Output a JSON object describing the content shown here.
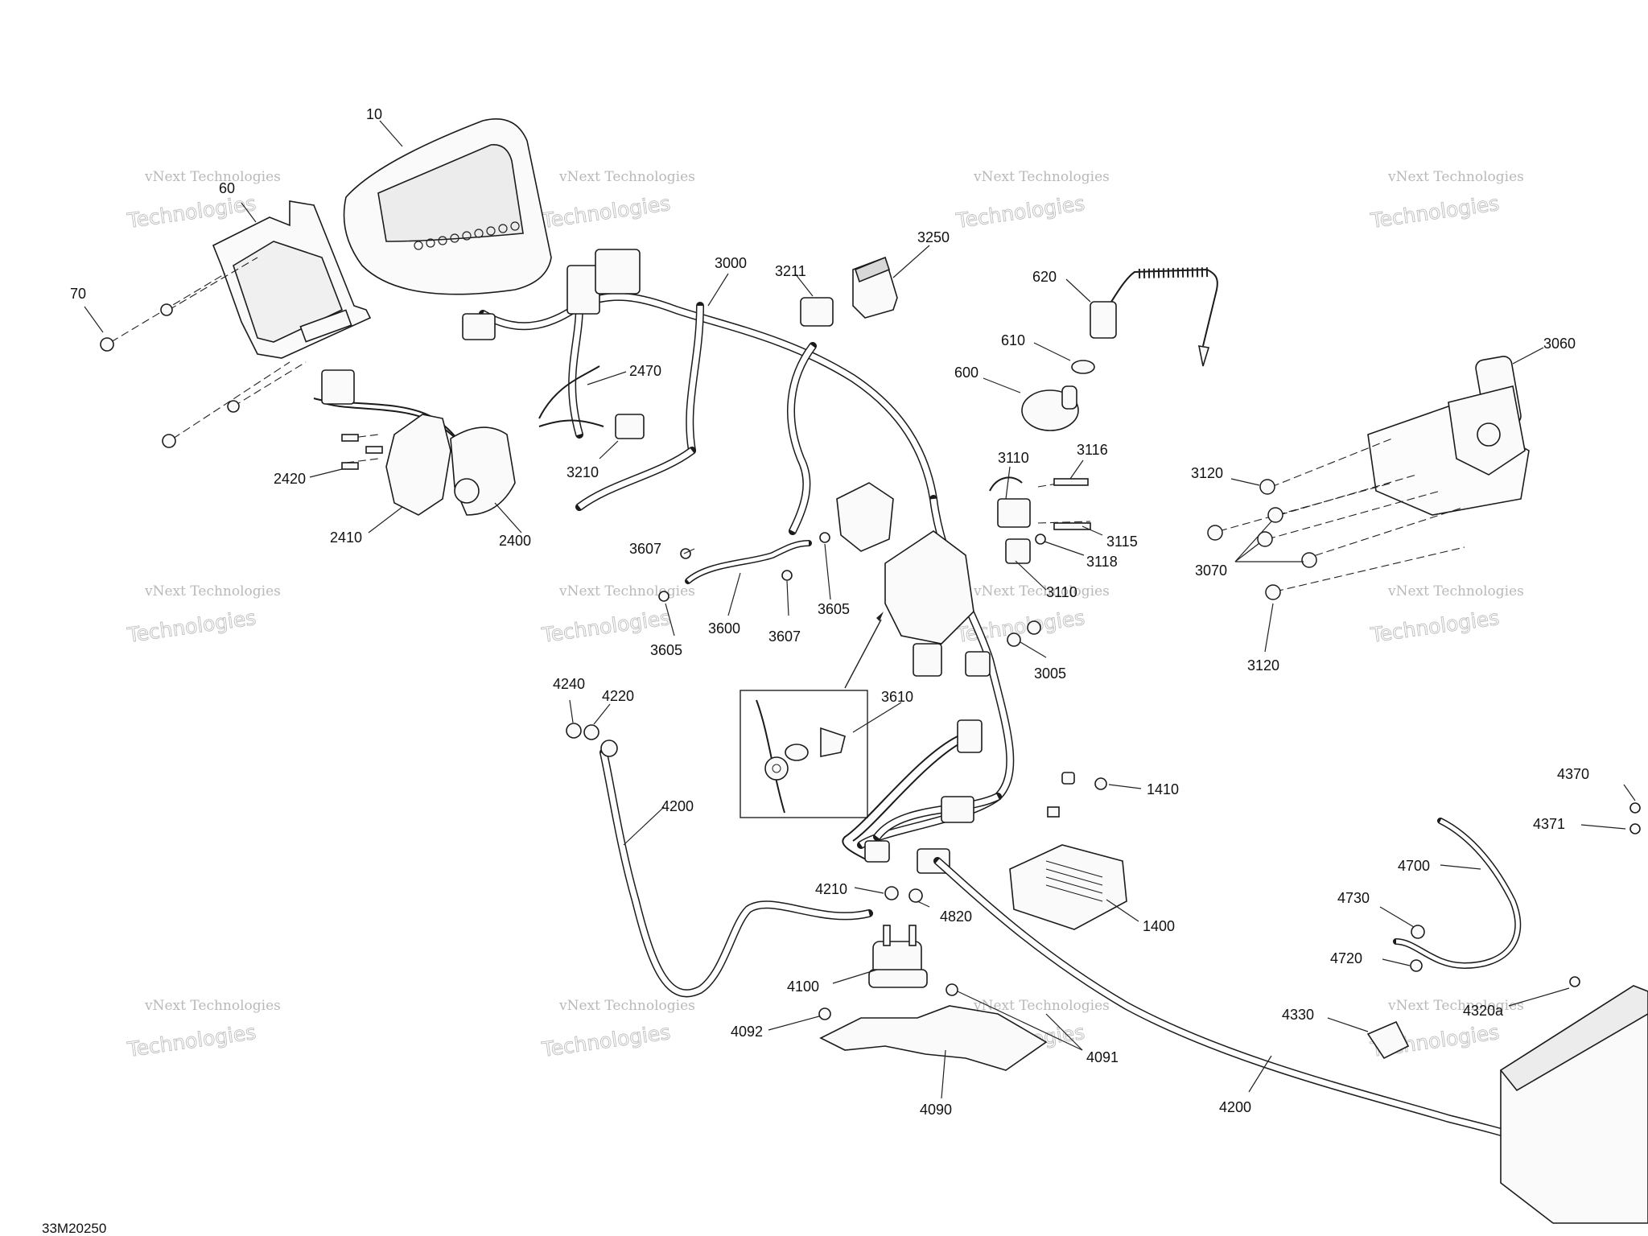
{
  "diagram_code": "33M20250",
  "watermark": {
    "line1": "vNext Technologies",
    "line2": "Technologies"
  },
  "callouts": [
    {
      "id": "c10",
      "text": "10"
    },
    {
      "id": "c60",
      "text": "60"
    },
    {
      "id": "c70",
      "text": "70"
    },
    {
      "id": "c3000",
      "text": "3000"
    },
    {
      "id": "c3211",
      "text": "3211"
    },
    {
      "id": "c3250",
      "text": "3250"
    },
    {
      "id": "c620",
      "text": "620"
    },
    {
      "id": "c610",
      "text": "610"
    },
    {
      "id": "c600",
      "text": "600"
    },
    {
      "id": "c3060",
      "text": "3060"
    },
    {
      "id": "c2470",
      "text": "2470"
    },
    {
      "id": "c3210",
      "text": "3210"
    },
    {
      "id": "c2420",
      "text": "2420"
    },
    {
      "id": "c2410",
      "text": "2410"
    },
    {
      "id": "c2400",
      "text": "2400"
    },
    {
      "id": "c3110a",
      "text": "3110"
    },
    {
      "id": "c3116",
      "text": "3116"
    },
    {
      "id": "c3115",
      "text": "3115"
    },
    {
      "id": "c3118",
      "text": "3118"
    },
    {
      "id": "c3110b",
      "text": "3110"
    },
    {
      "id": "c3120a",
      "text": "3120"
    },
    {
      "id": "c3070",
      "text": "3070"
    },
    {
      "id": "c3120b",
      "text": "3120"
    },
    {
      "id": "c3607a",
      "text": "3607"
    },
    {
      "id": "c3605a",
      "text": "3605"
    },
    {
      "id": "c3600",
      "text": "3600"
    },
    {
      "id": "c3607b",
      "text": "3607"
    },
    {
      "id": "c3605b",
      "text": "3605"
    },
    {
      "id": "c3005",
      "text": "3005"
    },
    {
      "id": "c4240",
      "text": "4240"
    },
    {
      "id": "c4220",
      "text": "4220"
    },
    {
      "id": "c3610",
      "text": "3610"
    },
    {
      "id": "c4200a",
      "text": "4200"
    },
    {
      "id": "c1410",
      "text": "1410"
    },
    {
      "id": "c4370",
      "text": "4370"
    },
    {
      "id": "c4371",
      "text": "4371"
    },
    {
      "id": "c4700",
      "text": "4700"
    },
    {
      "id": "c4210",
      "text": "4210"
    },
    {
      "id": "c4820",
      "text": "4820"
    },
    {
      "id": "c1400",
      "text": "1400"
    },
    {
      "id": "c4730",
      "text": "4730"
    },
    {
      "id": "c4720",
      "text": "4720"
    },
    {
      "id": "c4100",
      "text": "4100"
    },
    {
      "id": "c4330",
      "text": "4330"
    },
    {
      "id": "c4320a",
      "text": "4320a"
    },
    {
      "id": "c4092",
      "text": "4092"
    },
    {
      "id": "c4091",
      "text": "4091"
    },
    {
      "id": "c4090",
      "text": "4090"
    },
    {
      "id": "c4200b",
      "text": "4200"
    }
  ]
}
